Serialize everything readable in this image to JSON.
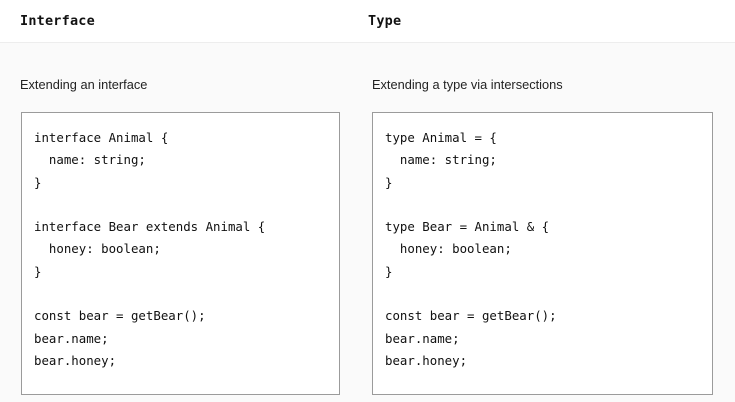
{
  "page": {
    "background_color": "#fafafa",
    "code_background_color": "#ffffff",
    "code_border_color": "#9b9b9b",
    "divider_color": "#ededed",
    "text_color": "#1b1b1b"
  },
  "columns": [
    {
      "header": "Interface",
      "caption": "Extending an interface",
      "code": "interface Animal {\n  name: string;\n}\n\ninterface Bear extends Animal {\n  honey: boolean;\n}\n\nconst bear = getBear();\nbear.name;\nbear.honey;"
    },
    {
      "header": "Type",
      "caption": "Extending a type via intersections",
      "code": "type Animal = {\n  name: string;\n}\n\ntype Bear = Animal & {\n  honey: boolean;\n}\n\nconst bear = getBear();\nbear.name;\nbear.honey;"
    }
  ]
}
